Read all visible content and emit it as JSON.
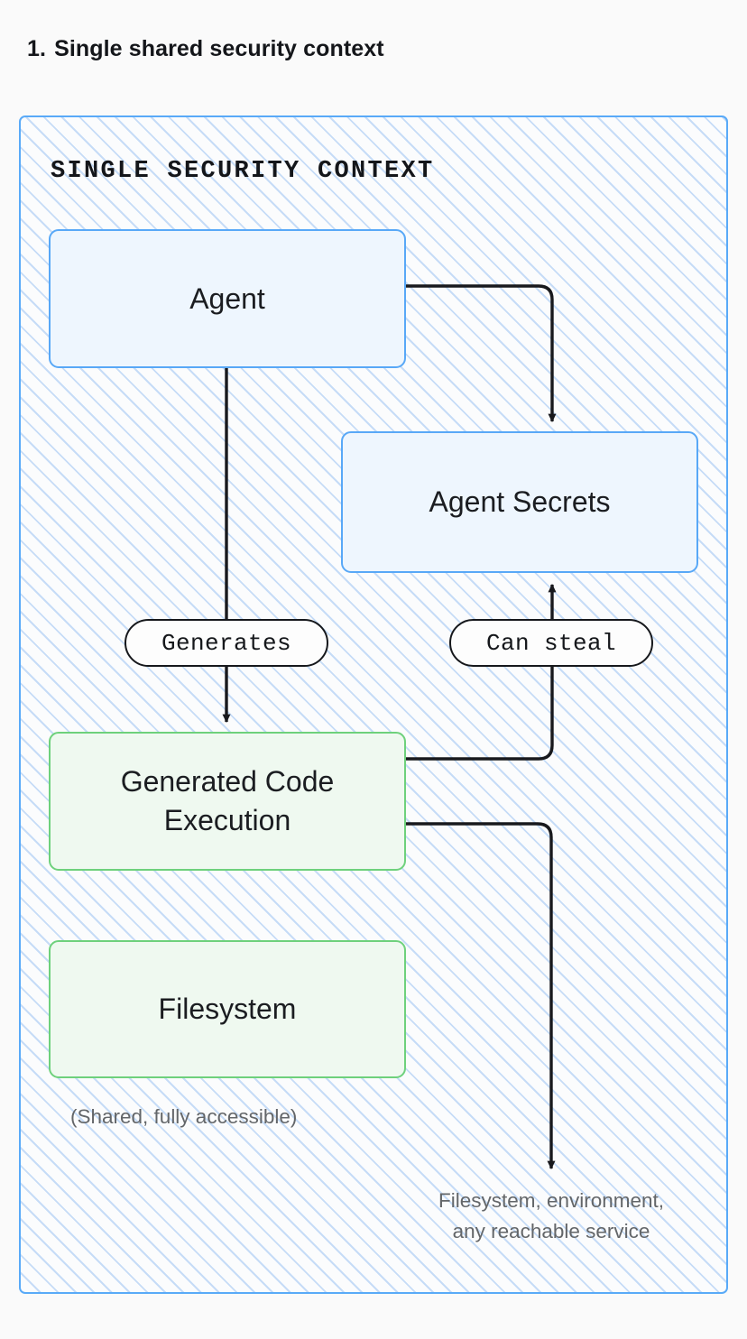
{
  "page": {
    "title_number": "1.",
    "title_text": "Single shared security context",
    "background_color": "#fafafa"
  },
  "diagram": {
    "container_label": "SINGLE SECURITY CONTEXT",
    "container_border_color": "#59aaf8",
    "hatch_color": "#9bc2f2",
    "nodes": [
      {
        "id": "agent",
        "label": "Agent",
        "style": "blue",
        "border_color": "#58a8f7",
        "fill_color": "#eef6fe"
      },
      {
        "id": "secrets",
        "label": "Agent Secrets",
        "style": "blue",
        "border_color": "#58a8f7",
        "fill_color": "#eef6fe"
      },
      {
        "id": "codeexec",
        "label": "Generated Code\nExecution",
        "style": "green",
        "border_color": "#6ed17c",
        "fill_color": "#eff9f0"
      },
      {
        "id": "filesystem",
        "label": "Filesystem",
        "style": "green",
        "border_color": "#6ed17c",
        "fill_color": "#eff9f0"
      }
    ],
    "edges": [
      {
        "from": "agent",
        "to": "secrets",
        "label": ""
      },
      {
        "from": "agent",
        "to": "codeexec",
        "label": "Generates"
      },
      {
        "from": "codeexec",
        "to": "secrets",
        "label": "Can steal"
      },
      {
        "from": "codeexec",
        "to": "external",
        "label": ""
      }
    ],
    "captions": {
      "filesystem_note": "(Shared, fully accessible)",
      "external_target": "Filesystem, environment,\nany reachable service"
    }
  }
}
